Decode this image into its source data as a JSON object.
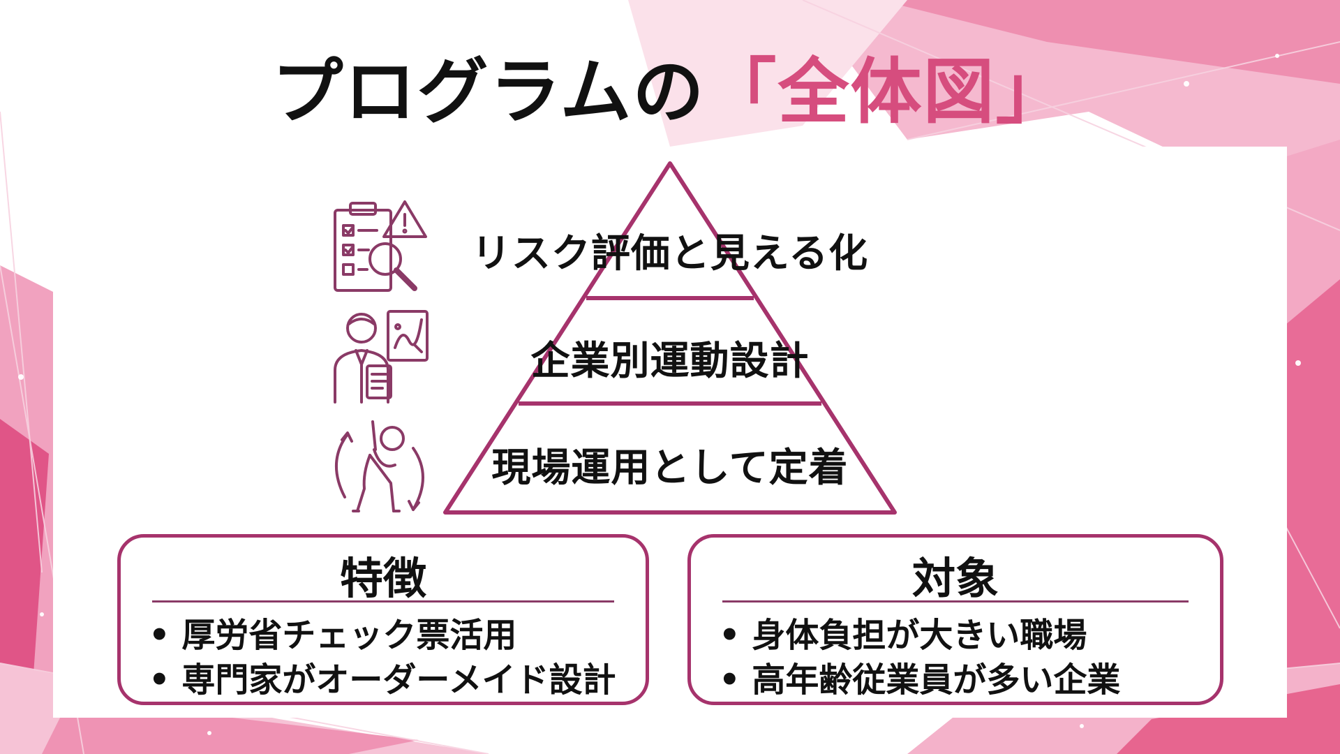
{
  "title": {
    "main": "プログラムの",
    "accent": "「全体図」"
  },
  "pyramid": {
    "levels": [
      {
        "label": "リスク評価と見える化",
        "icon": "risk-assessment-icon"
      },
      {
        "label": "企業別運動設計",
        "icon": "consultant-planning-icon"
      },
      {
        "label": "現場運用として定着",
        "icon": "stretching-exercise-icon"
      }
    ]
  },
  "features": {
    "title": "特徴",
    "items": [
      "厚労省チェック票活用",
      "専門家がオーダーメイド設計"
    ]
  },
  "targets": {
    "title": "対象",
    "items": [
      "身体負担が大きい職場",
      "高年齢従業員が多い企業"
    ]
  },
  "colors": {
    "accent": "#d64d7e",
    "border": "#a6336c",
    "icon": "#8a3a66"
  }
}
